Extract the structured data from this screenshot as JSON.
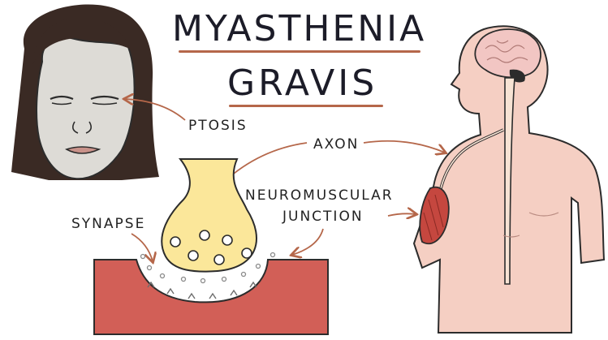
{
  "title": {
    "line1": "MYASTHENIA",
    "line2": "GRAVIS"
  },
  "labels": {
    "ptosis": "PTOSIS",
    "axon": "AXON",
    "neuromuscular_junction": [
      "NEUROMUSCULAR",
      "JUNCTION"
    ],
    "synapse": "SYNAPSE"
  },
  "colors": {
    "title_text": "#1c1c28",
    "underline": "#b5674a",
    "skin": "#f5cfc3",
    "face_skin": "#dddbd6",
    "hair": "#3a2a24",
    "brain": "#f2c6c3",
    "nerve_terminal": "#fbe79a",
    "muscle": "#d25f57",
    "arrow": "#b5674a"
  }
}
